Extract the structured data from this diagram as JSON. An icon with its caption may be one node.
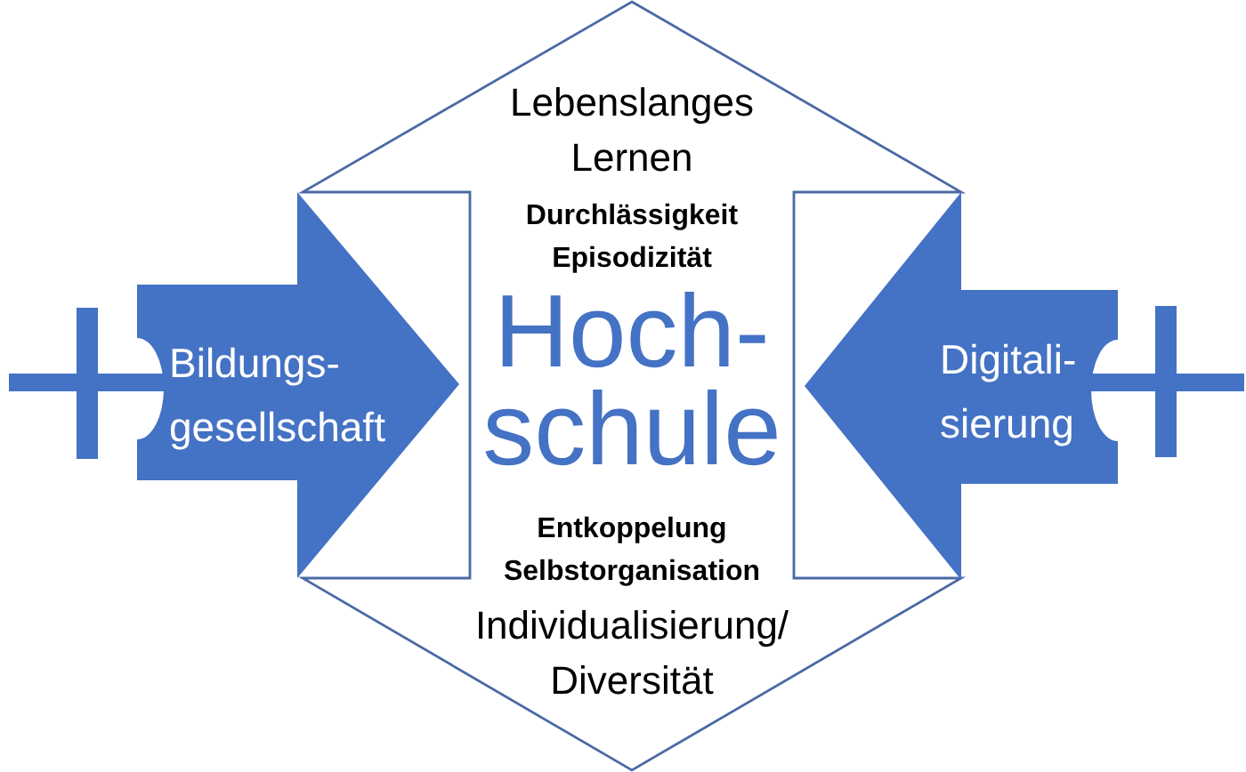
{
  "diagram": {
    "nodes": [
      {
        "text": [
          "Lebenslanges Lernen",
          "Durchlässigkeit Episodizität",
          "Hoch- schule",
          "Entkoppelung Selbstorganisation",
          "Individualisierung/ Diversität"
        ]
      },
      {
        "text": [
          "Bildungs- gesellschaft"
        ]
      },
      {
        "text": [
          "Digitali- sierung"
        ]
      }
    ]
  }
}
